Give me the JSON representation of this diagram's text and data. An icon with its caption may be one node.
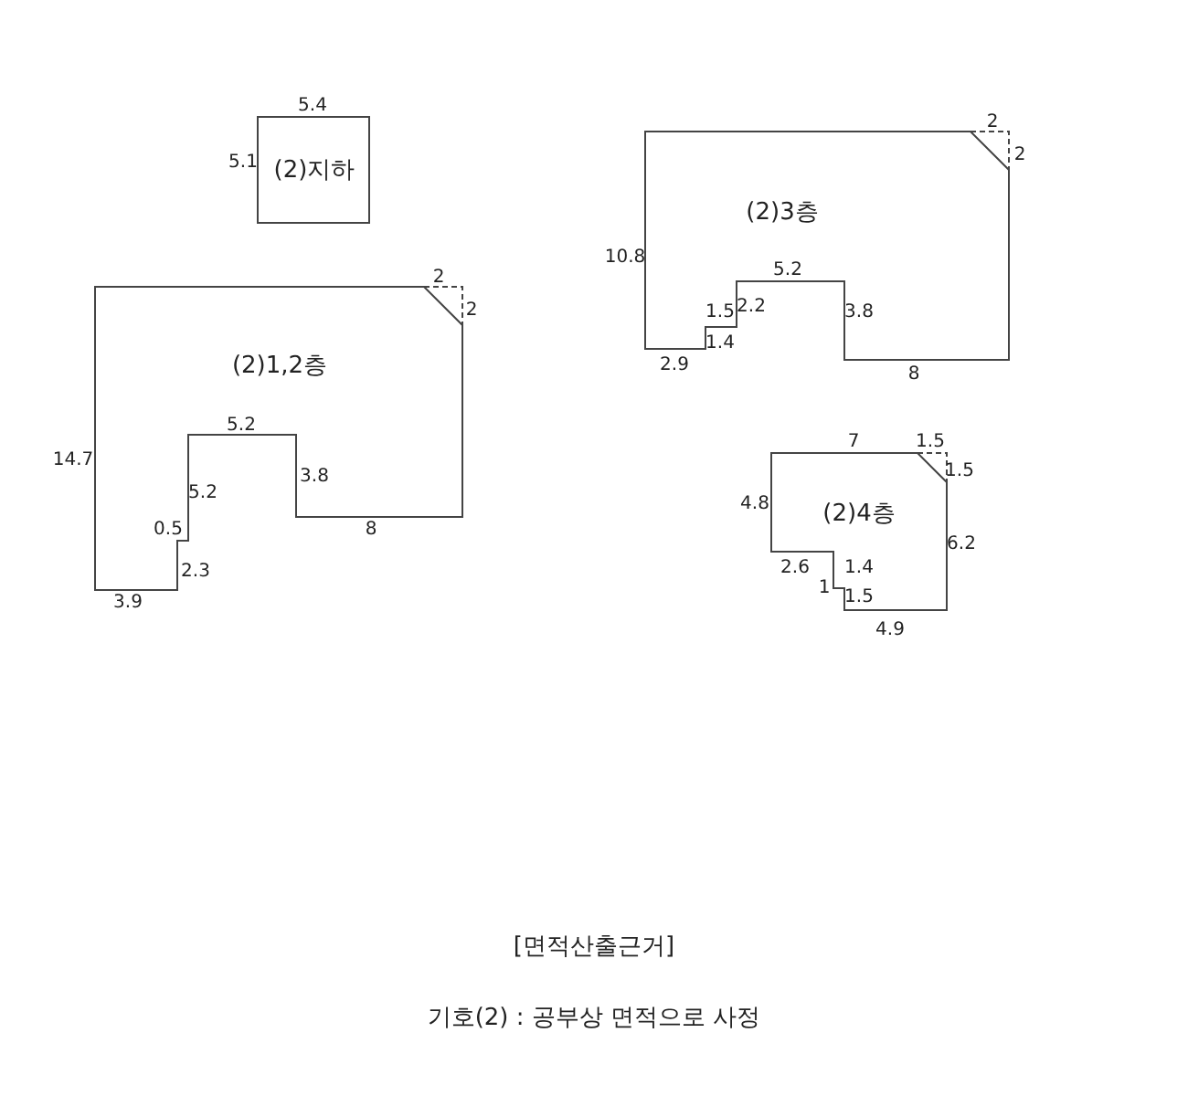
{
  "diagram": {
    "title": "[면적산출근거]",
    "caption": "기호(2) : 공부상 면적으로 사정",
    "nodes": [
      {
        "text": [
          "(2)지하"
        ]
      },
      {
        "text": [
          "(2)1,2층"
        ]
      },
      {
        "text": [
          "(2)3층"
        ]
      },
      {
        "text": [
          "(2)4층"
        ]
      }
    ],
    "labels": [
      "5.4",
      "5.1",
      "2",
      "2",
      "14.7",
      "5.2",
      "5.2",
      "3.8",
      "8",
      "0.5",
      "2.3",
      "3.9",
      "2",
      "2",
      "10.8",
      "5.2",
      "2.2",
      "1.5",
      "1.4",
      "3.8",
      "2.9",
      "8",
      "7",
      "1.5",
      "1.5",
      "4.8",
      "6.2",
      "2.6",
      "1.4",
      "1",
      "1.5",
      "4.9"
    ]
  }
}
